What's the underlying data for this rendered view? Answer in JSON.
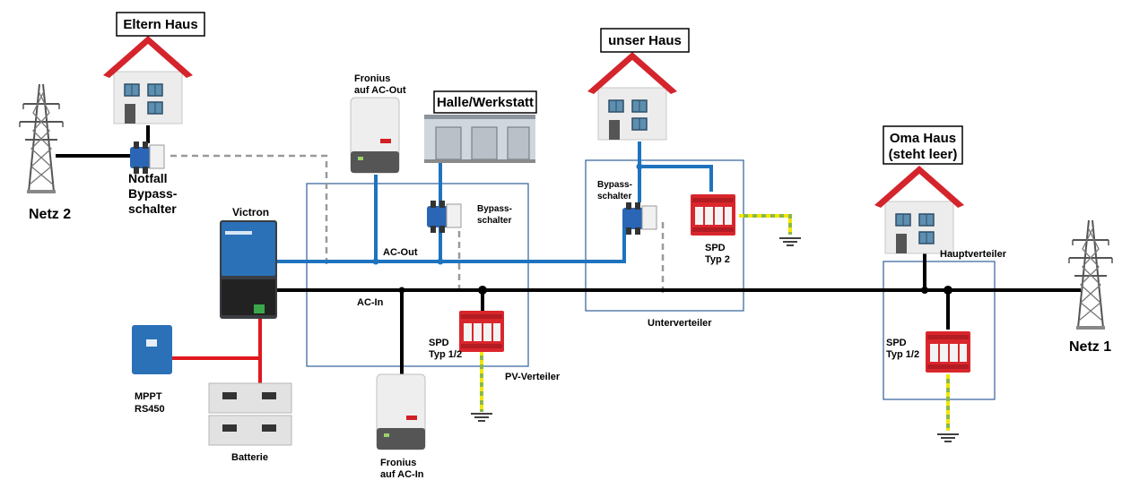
{
  "colors": {
    "main_line": "#000000",
    "ac_out_line": "#1e73be",
    "battery_line": "#e0181e",
    "control_dashed": "#999999",
    "ground_line": "#8ab84a",
    "ground_dash": "#f2e600",
    "roof": "#d4242c",
    "distribution_box": "#2f5f9a",
    "spd_body": "#d9262c"
  },
  "houses": {
    "eltern": "Eltern Haus",
    "unser": "unser Haus",
    "oma_line1": "Oma Haus",
    "oma_line2": "(steht leer)",
    "halle": "Halle/Werkstatt"
  },
  "grid": {
    "netz1": "Netz 1",
    "netz2": "Netz 2"
  },
  "devices": {
    "notfall_line1": "Notfall",
    "notfall_line2": "Bypass-",
    "notfall_line3": "schalter",
    "victron": "Victron",
    "fronius_out_line1": "Fronius",
    "fronius_out_line2": "auf AC-Out",
    "fronius_in_line1": "Fronius",
    "fronius_in_line2": "auf AC-In",
    "mppt_line1": "MPPT",
    "mppt_line2": "RS450",
    "batterie": "Batterie",
    "bypass_pv_line1": "Bypass-",
    "bypass_pv_line2": "schalter",
    "bypass_uv_line1": "Bypass-",
    "bypass_uv_line2": "schalter"
  },
  "lines": {
    "ac_out": "AC-Out",
    "ac_in": "AC-In"
  },
  "spd": {
    "pv_line1": "SPD",
    "pv_line2": "Typ 1/2",
    "uv_line1": "SPD",
    "uv_line2": "Typ 2",
    "hv_line1": "SPD",
    "hv_line2": "Typ 1/2"
  },
  "distributors": {
    "pv": "PV-Verteiler",
    "uv": "Unterverteiler",
    "hv": "Hauptverteiler"
  }
}
